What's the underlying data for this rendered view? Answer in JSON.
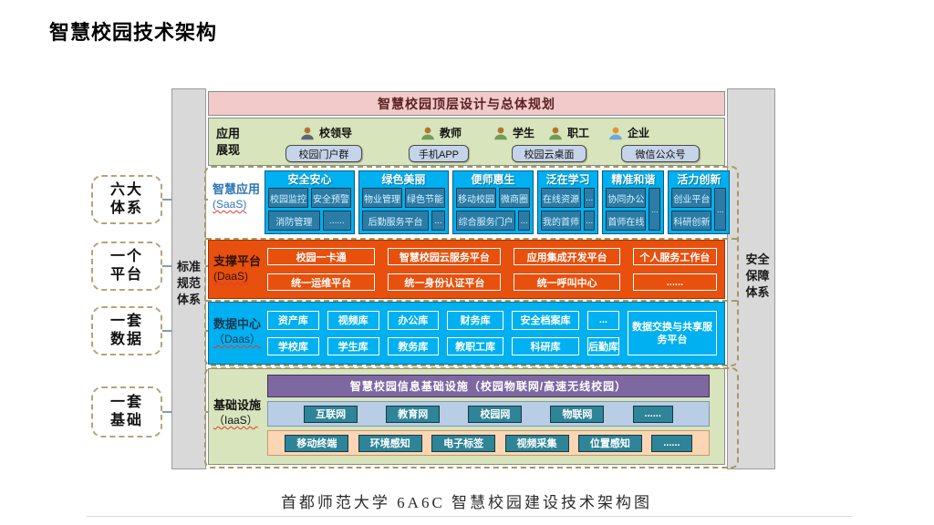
{
  "title": "智慧校园技术架构",
  "caption": "首都师范大学 6A6C 智慧校园建设技术架构图",
  "colors": {
    "saas_panel_blue": "#00b0f0",
    "saas_box_blue": "#2b7ca6",
    "paas_orange": "#e8500d",
    "daas_blue": "#00b0f0",
    "iaas_green": "#d7e4bc",
    "banner_pink": "#f2caca",
    "infra_purple": "#7e68a2",
    "network_strip_blue": "#b9cde5",
    "device_strip_peach": "#fcd6b4",
    "teal_button": "#2f8498",
    "side_bar_gray": "#d9d9d9"
  },
  "left_boxes": [
    [
      "六大",
      "体系"
    ],
    [
      "一个",
      "平台"
    ],
    [
      "一套",
      "数据"
    ],
    [
      "一套",
      "基础"
    ]
  ],
  "left_bar_lines": [
    "标准",
    "规范",
    "体系"
  ],
  "right_bar_lines": [
    "安全",
    "保障",
    "体系"
  ],
  "top_banner": "智慧校园顶层设计与总体规划",
  "app": {
    "label_lines": [
      "应用",
      "展现"
    ],
    "users": [
      {
        "name": "校领导",
        "head": "#b5722e",
        "body": "#5c6675"
      },
      {
        "name": "教师",
        "head": "#b5722e",
        "body": "#6e9b55"
      },
      {
        "name": "学生",
        "head": "#b5722e",
        "body": "#6e9b55"
      },
      {
        "name": "职工",
        "head": "#b5722e",
        "body": "#6e9b55"
      },
      {
        "name": "企业",
        "head": "#e2962f",
        "body": "#6fa8dc"
      }
    ],
    "channels": [
      "校园门户群",
      "手机APP",
      "校园云桌面",
      "微信公众号"
    ]
  },
  "saas": {
    "label": "智慧应用",
    "label_sub": "(SaaS)",
    "groups": [
      {
        "title": "安全安心",
        "rows": [
          [
            "校园监控",
            "安全预警"
          ],
          [
            "消防管理",
            "......"
          ]
        ]
      },
      {
        "title": "绿色美丽",
        "rows": [
          [
            "物业管理",
            "绿色节能"
          ],
          [
            "后勤服务平台",
            "..."
          ]
        ]
      },
      {
        "title": "便师惠生",
        "rows": [
          [
            "移动校园",
            "微商圈"
          ],
          [
            "综合服务门户",
            "..."
          ]
        ]
      },
      {
        "title": "泛在学习",
        "rows": [
          [
            "在线资源",
            "..."
          ],
          [
            "我的首师",
            "..."
          ]
        ]
      },
      {
        "title": "精准和谐",
        "rows": [
          [
            "协同办公"
          ],
          [
            "首师在线"
          ]
        ],
        "side": "..."
      },
      {
        "title": "活力创新",
        "rows": [
          [
            "创业平台"
          ],
          [
            "科研创新"
          ]
        ],
        "side": "..."
      }
    ]
  },
  "paas": {
    "label": "支撑平台",
    "label_sub": "(DaaS)",
    "rows": [
      [
        "校园一卡通",
        "智慧校园云服务平台",
        "应用集成开发平台",
        "个人服务工作台"
      ],
      [
        "统一运维平台",
        "统一身份认证平台",
        "统一呼叫中心",
        "......"
      ]
    ]
  },
  "daas": {
    "label": "数据中心",
    "label_sub": "（Daas）",
    "row1": [
      "资产库",
      "视频库",
      "办公库",
      "财务库",
      "安全档案库",
      "..."
    ],
    "row2": [
      "学校库",
      "学生库",
      "教务库",
      "教职工库",
      "科研库",
      "后勤库"
    ],
    "tall": "数据交换与共享服务平台"
  },
  "iaas": {
    "label": "基础设施",
    "label_sub": "（IaaS）",
    "banner": "智慧校园信息基础设施（校园物联网/高速无线校园）",
    "networks": [
      "互联网",
      "教育网",
      "校园网",
      "物联网",
      "......"
    ],
    "devices": [
      "移动终端",
      "环境感知",
      "电子标签",
      "视频采集",
      "位置感知",
      "......"
    ]
  }
}
